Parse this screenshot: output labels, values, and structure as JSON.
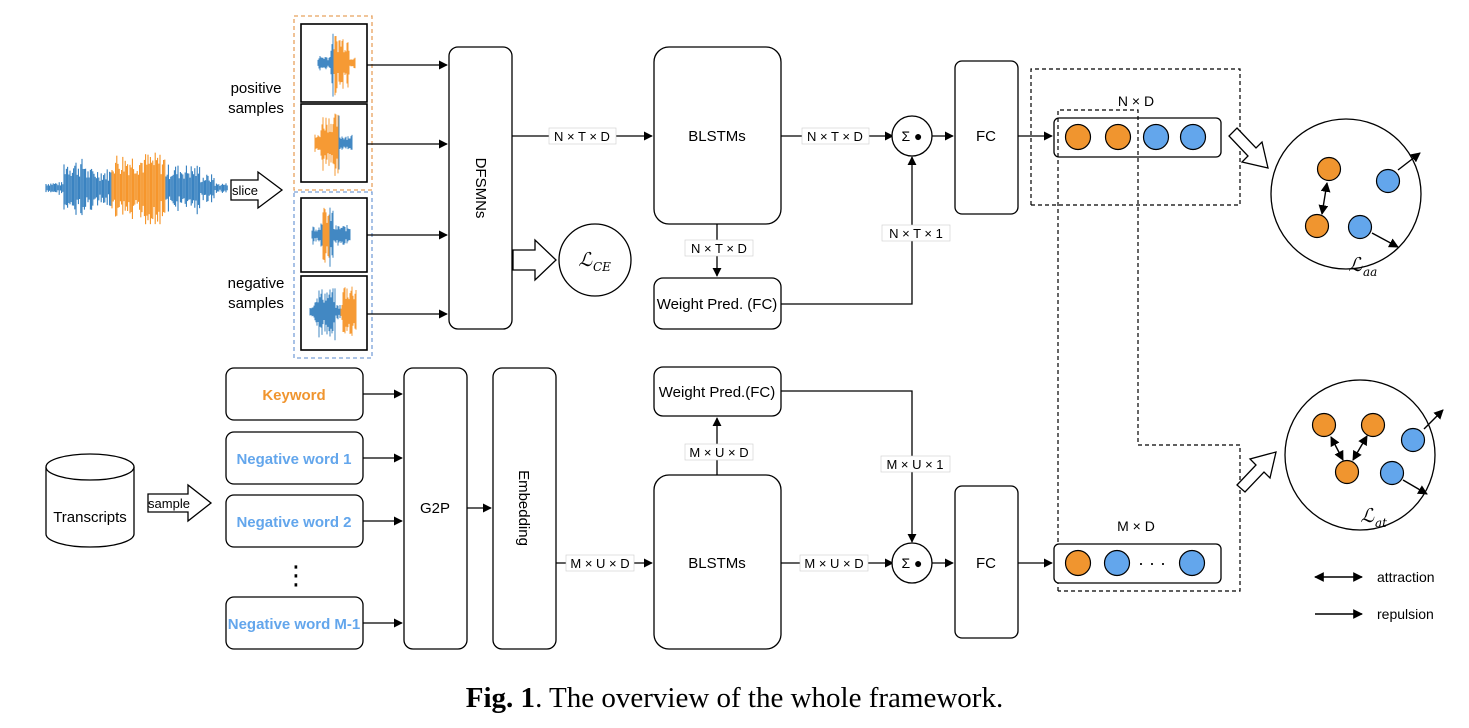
{
  "audio_panel": {
    "positive_label_line1": "positive",
    "positive_label_line2": "samples",
    "negative_label_line1": "negative",
    "negative_label_line2": "samples",
    "slice_label": "slice"
  },
  "top_branch": {
    "dfsmn_label": "DFSMNs",
    "ce_loss_main": "ℒ",
    "ce_loss_sub": "CE",
    "dim_dfsmn_to_blstm": "N × T × D",
    "blstm_label": "BLSTMs",
    "dim_blstm_to_sum": "N × T × D",
    "dim_blstm_to_weight": "N × T × D",
    "weight_pred_label": "Weight Pred. (FC)",
    "dim_weight_to_sum": "N × T × 1",
    "sum_symbol": "Σ ●",
    "fc_label": "FC",
    "output_dim_label": "N × D",
    "aa_loss_main": "ℒ",
    "aa_loss_sub": "aa"
  },
  "bottom_branch": {
    "transcripts_label": "Transcripts",
    "sample_label": "sample",
    "words": [
      "Keyword",
      "Negative word 1",
      "Negative word 2",
      "Negative word M-1"
    ],
    "word_ellipsis": "⋮",
    "g2p_label": "G2P",
    "embedding_label": "Embedding",
    "dim_embed_to_blstm": "M × U × D",
    "blstm_label": "BLSTMs",
    "dim_blstm_to_weight": "M × U × D",
    "weight_pred_label": "Weight Pred.(FC)",
    "dim_weight_to_sum": "M × U × 1",
    "dim_blstm_to_sum": "M × U × D",
    "sum_symbol": "Σ ●",
    "fc_label": "FC",
    "output_dim_label": "M × D",
    "output_ellipsis": "· · ·",
    "at_loss_main": "ℒ",
    "at_loss_sub": "at"
  },
  "legend": {
    "attraction": "attraction",
    "repulsion": "repulsion"
  },
  "caption": {
    "fig_label": "Fig. 1",
    "text": ". The overview of the whole framework."
  },
  "colors": {
    "keyword_orange": "#f0952f",
    "negative_blue": "#63a6ec",
    "wave_blue": "#2d7bbd",
    "wave_orange": "#f5901e",
    "positive_box_border": "#e8a25e",
    "negative_box_border": "#7aa0d8"
  }
}
